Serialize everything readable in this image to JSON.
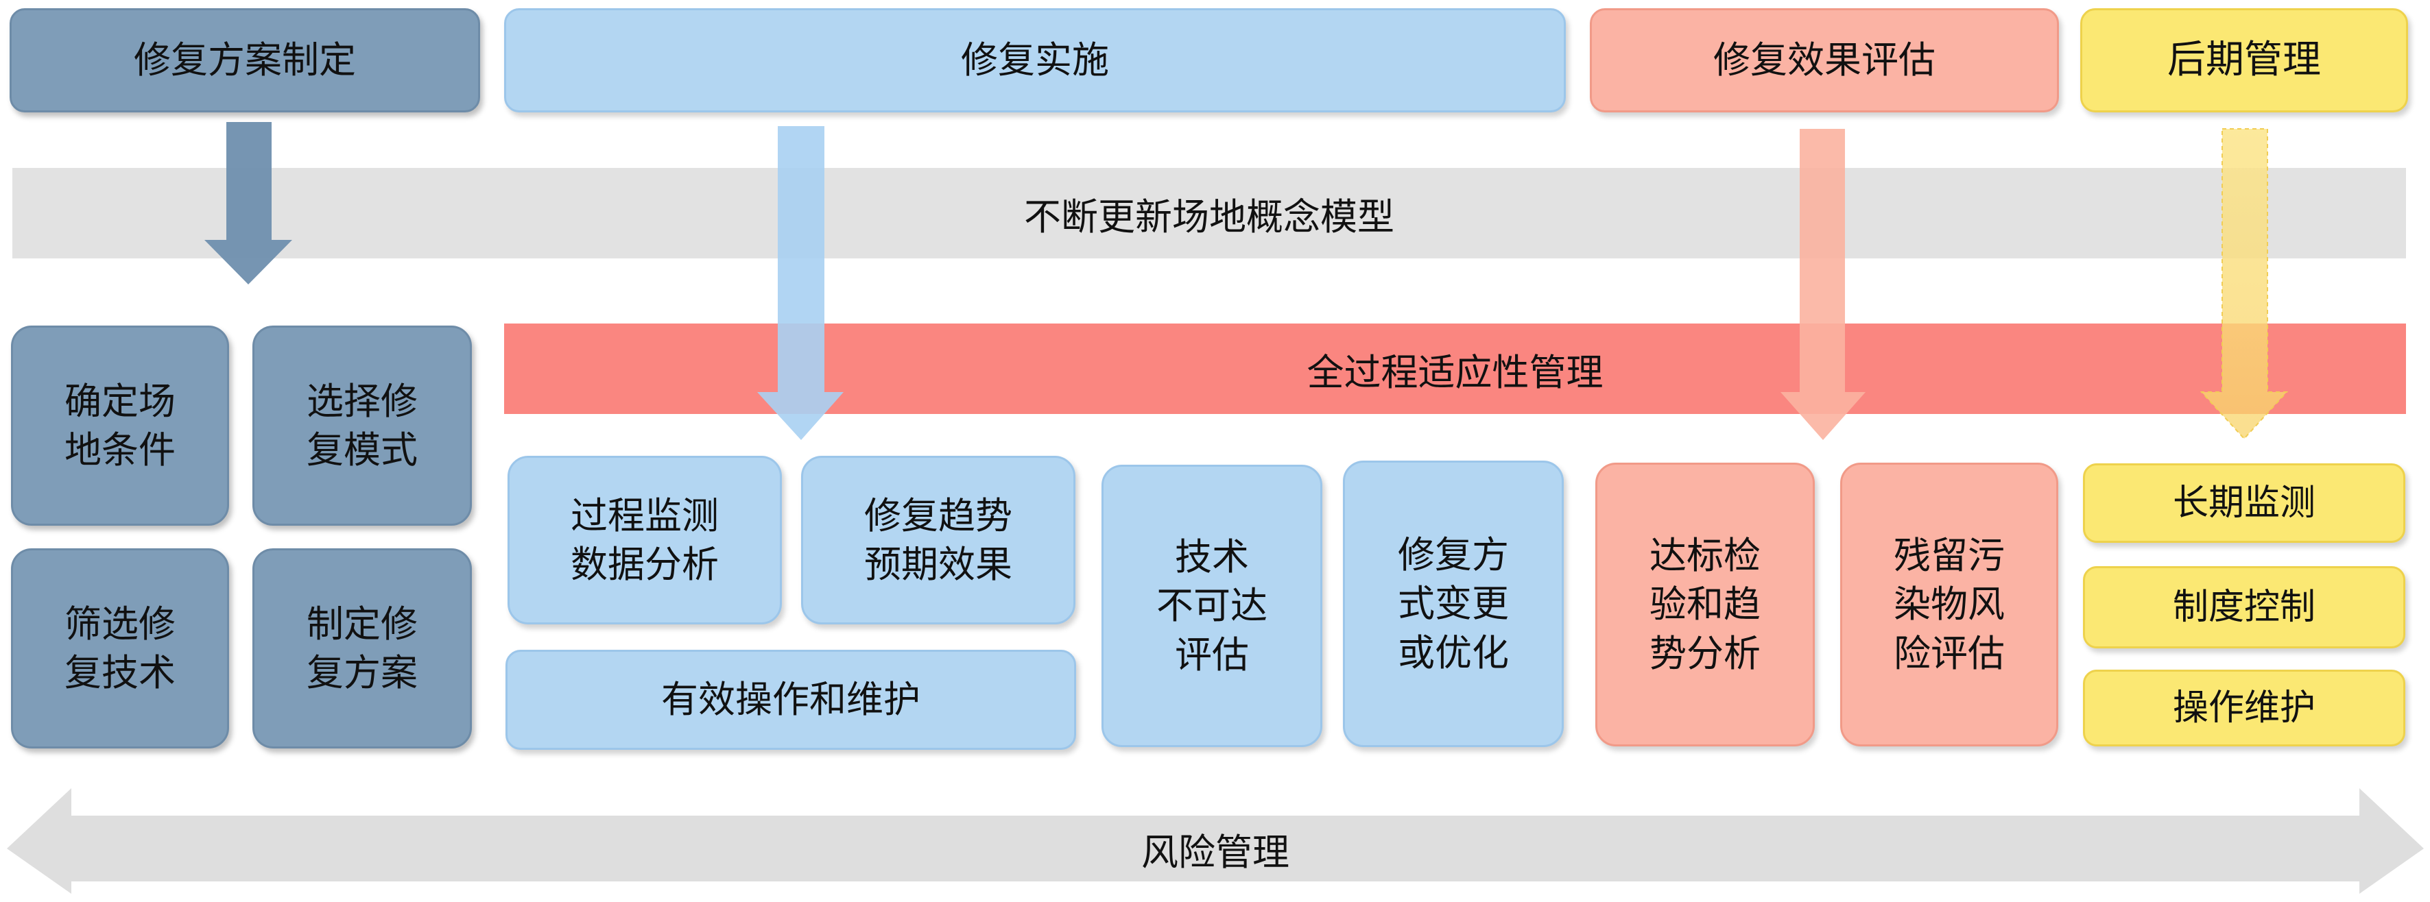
{
  "phases": {
    "p1": "修复方案制定",
    "p2": "修复实施",
    "p3": "修复效果评估",
    "p4": "后期管理"
  },
  "bands": {
    "model": "不断更新场地概念模型",
    "adaptive": "全过程适应性管理",
    "risk": "风险管理"
  },
  "steps": {
    "s1a": "确定场\n地条件",
    "s1b": "选择修\n复模式",
    "s1c": "筛选修\n复技术",
    "s1d": "制定修\n复方案",
    "s2a": "过程监测\n数据分析",
    "s2b": "修复趋势\n预期效果",
    "s2c": "有效操作和维护",
    "s2d": "技术\n不可达\n评估",
    "s2e": "修复方\n式变更\n或优化",
    "s3a": "达标检\n验和趋\n势分析",
    "s3b": "残留污\n染物风\n险评估",
    "s4a": "长期监测",
    "s4b": "制度控制",
    "s4c": "操作维护"
  },
  "colors": {
    "phase1": "#7f9db8",
    "phase2": "#b3d6f2",
    "phase3": "#fbb3a4",
    "phase4": "#fbe873",
    "model_band": "#e2e2e2",
    "adaptive_band": "#fa8680",
    "risk_band": "#dedede"
  }
}
